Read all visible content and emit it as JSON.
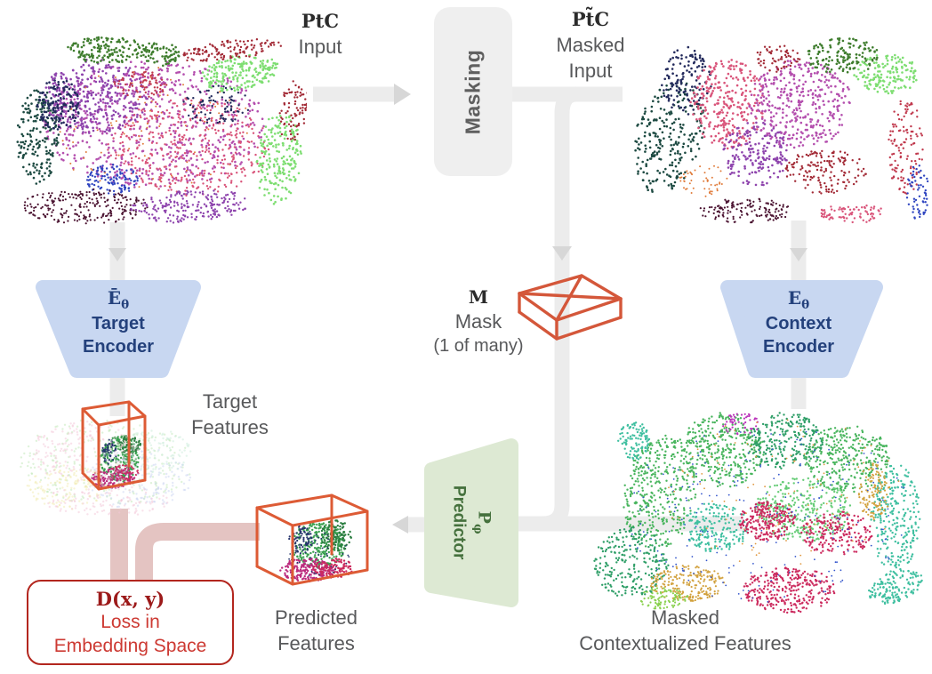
{
  "diagram": {
    "input": {
      "symbol": "PtC",
      "label": "Input"
    },
    "masking": {
      "label": "Masking"
    },
    "masked_input": {
      "symbol": "Pt̃C",
      "line1": "Masked",
      "line2": "Input"
    },
    "mask": {
      "symbol": "M",
      "label": "Mask",
      "sublabel": "(1 of many)"
    },
    "target_encoder": {
      "symbol": "Ē",
      "sub": "θ",
      "line1": "Target",
      "line2": "Encoder"
    },
    "context_encoder": {
      "symbol": "E",
      "sub": "θ",
      "line1": "Context",
      "line2": "Encoder"
    },
    "predictor": {
      "symbol": "P",
      "sub": "φ",
      "label": "Predictor"
    },
    "target_features": {
      "line1": "Target",
      "line2": "Features"
    },
    "predicted_features": {
      "line1": "Predicted",
      "line2": "Features"
    },
    "masked_contextualized_features": {
      "line1": "Masked",
      "line2": "Contextualized Features"
    },
    "loss": {
      "formula": "D(x, y)",
      "line1": "Loss in",
      "line2": "Embedding Space"
    },
    "colors": {
      "pipe": "#ececec",
      "arrow": "#d7d7d7",
      "masking_fill": "#efefef",
      "masking_text": "#5f5f5f",
      "encoder_fill": "#c8d7f1",
      "encoder_text": "#24417c",
      "predictor_fill": "#dde9d3",
      "predictor_text": "#44703c",
      "orange": "#dd5b35",
      "loss_border": "#b3261e",
      "loss_formula": "#9c1a1a",
      "loss_text": "#cd3a33",
      "label_text": "#58595b",
      "symbol_text": "#2b2b2b",
      "pink_pipe": "#e4c4c2"
    }
  },
  "clouds": {
    "scene": [
      "#b44fae",
      "#8e44ad",
      "#d9547a",
      "#3f7d2e",
      "#7ede72",
      "#1d4a42",
      "#232a5c",
      "#a22935",
      "#2f45c0",
      "#4a1230",
      "#e07b3a",
      "#c13a4e"
    ],
    "features": [
      "#49b55e",
      "#2e9e67",
      "#3fbfa0",
      "#66cc77",
      "#cc2a5e",
      "#d2a23f",
      "#e0973f",
      "#3355cc",
      "#bb33bb",
      "#8ad14f"
    ],
    "pastel": [
      "#bfe8b6",
      "#f3c6d8",
      "#c9d4f2",
      "#f2ecb0",
      "#c9ecd9"
    ],
    "cluster": [
      "#3aa050",
      "#2a7d3f",
      "#bb2a7d",
      "#27356e",
      "#cc2a5e"
    ]
  }
}
